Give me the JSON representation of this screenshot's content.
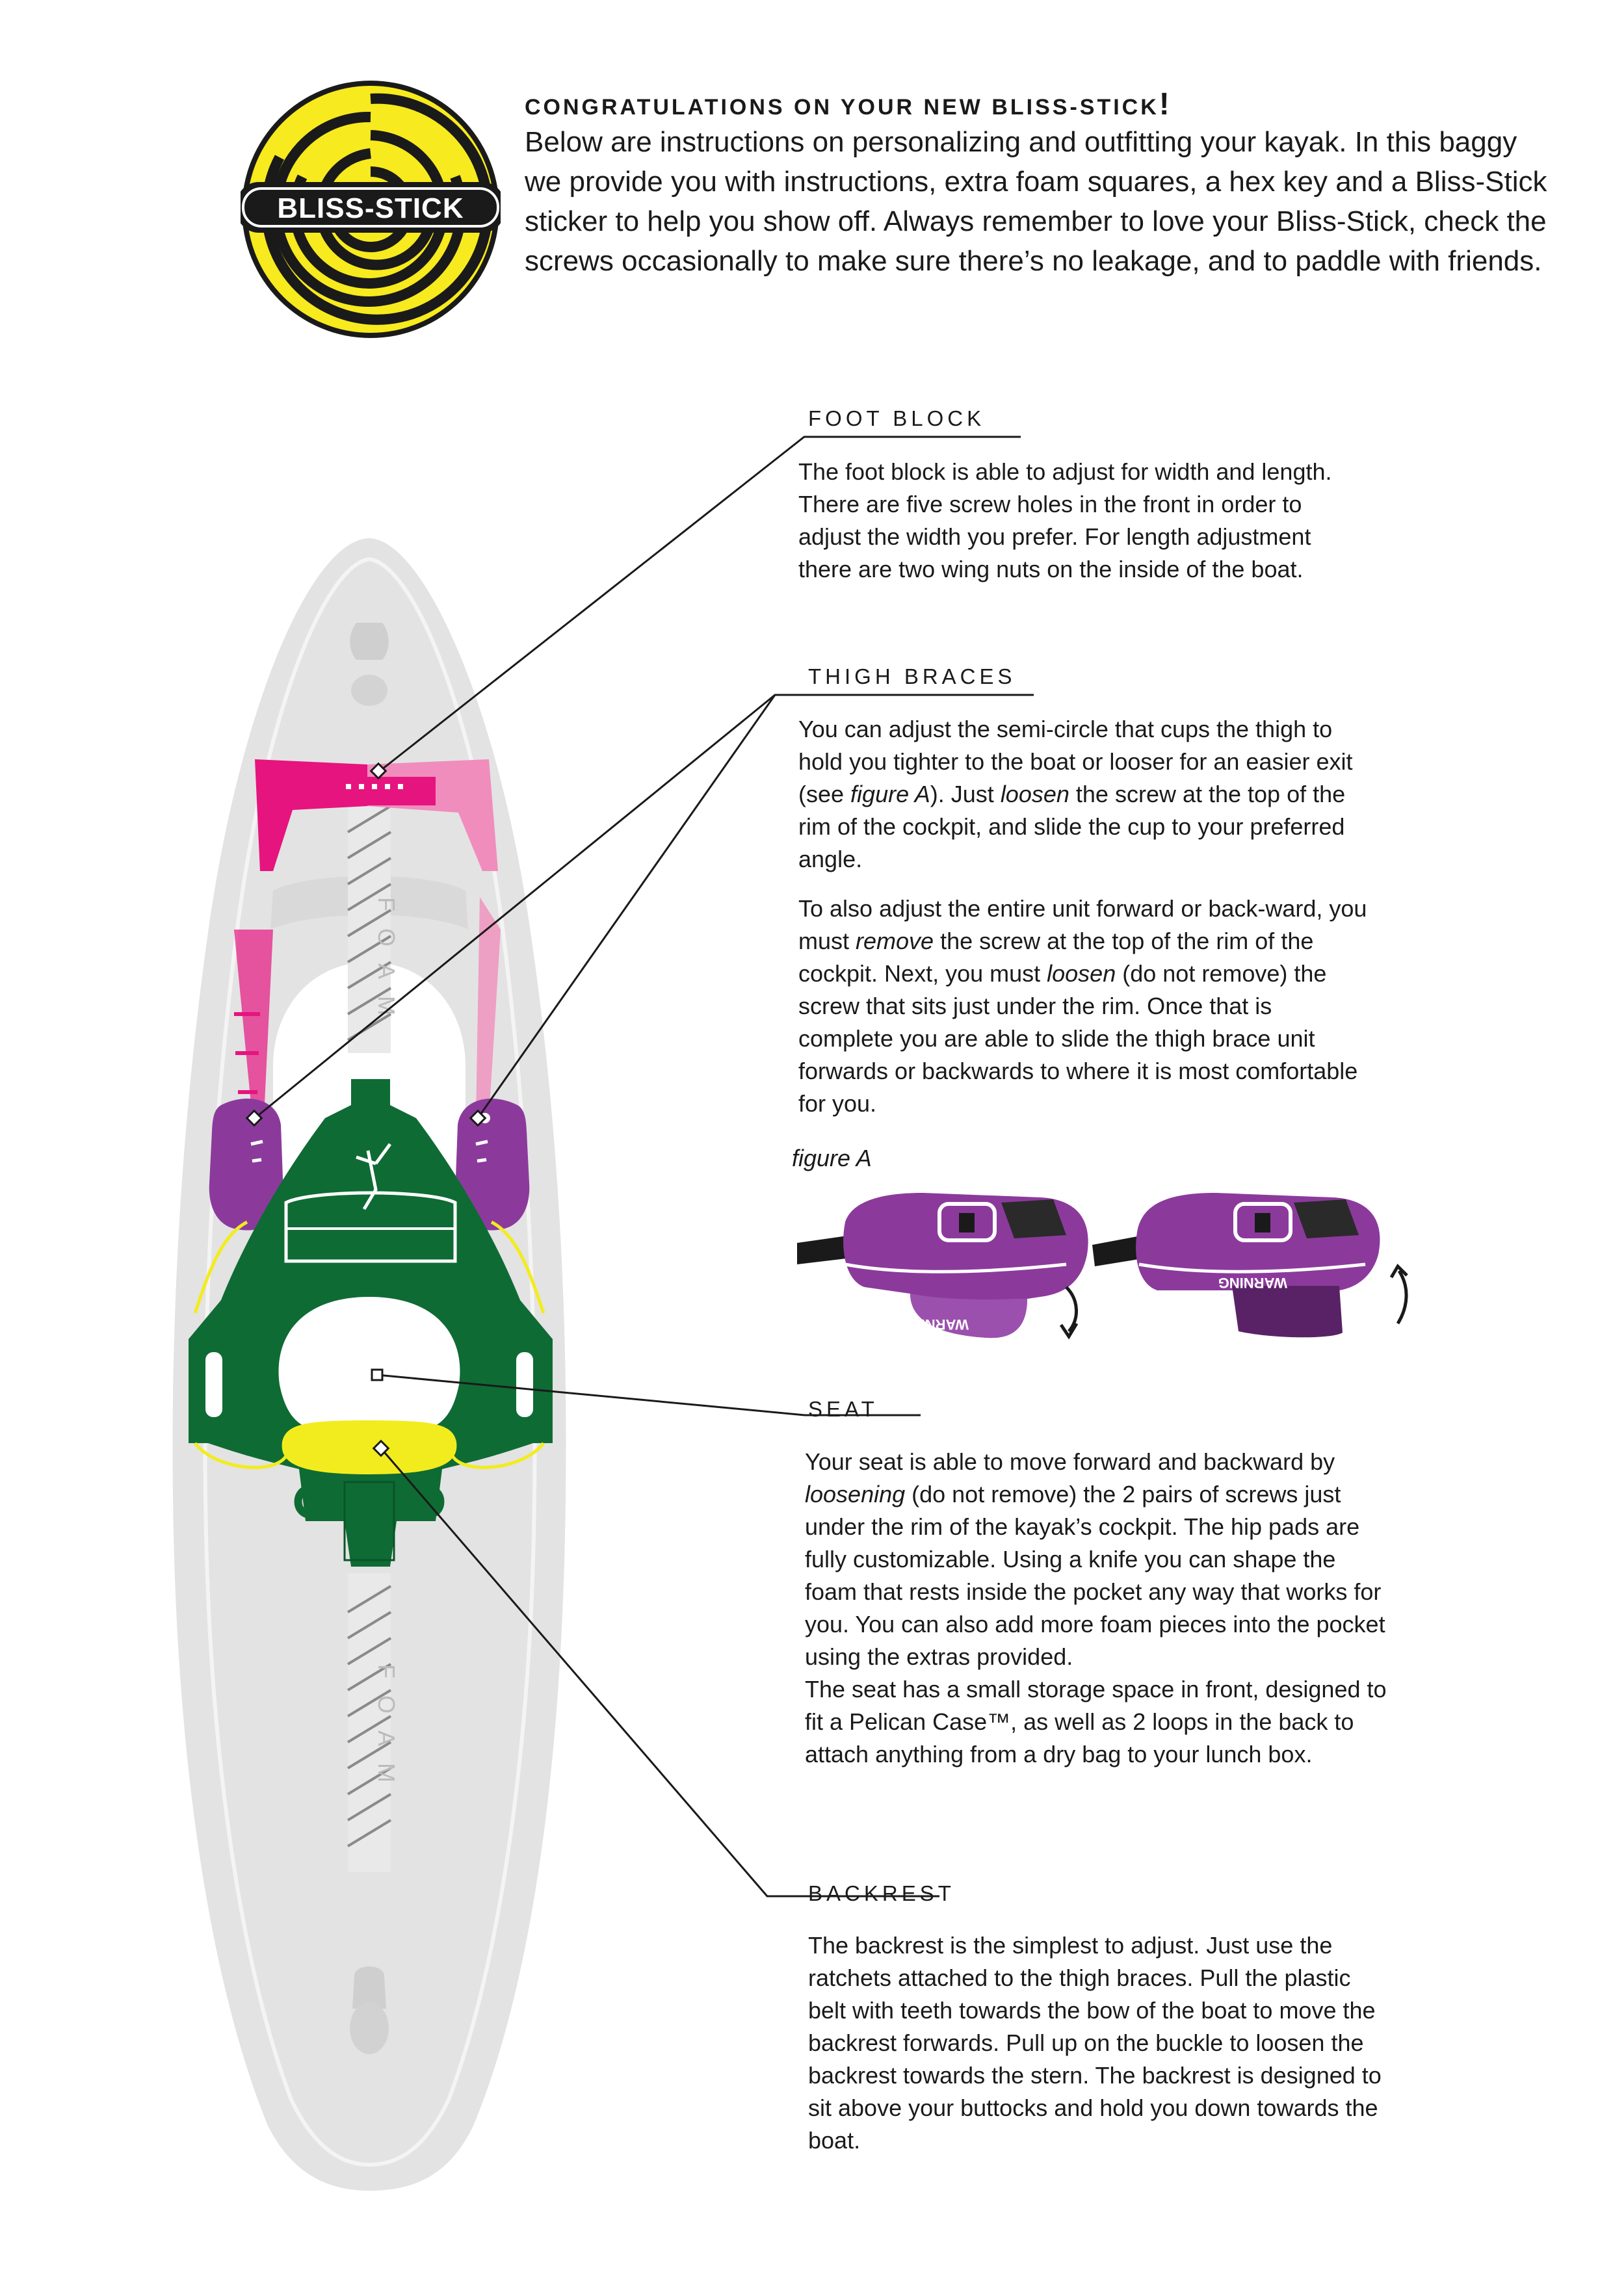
{
  "logo": {
    "text": "BLISS-STICK",
    "colors": {
      "yellow": "#f7ea1e",
      "black": "#1a1a1a",
      "white": "#ffffff"
    }
  },
  "intro": {
    "heading": "CONGRATULATIONS ON YOUR NEW BLISS-STICK",
    "heading_punct": "!",
    "body": "Below are instructions on personalizing and outfitting your kayak. In this baggy we provide you with instructions, extra foam squares, a hex key and a Bliss-Stick sticker to help you show off. Always remember to love your Bliss-Stick, check the screws occasionally to make sure there’s no leakage, and to paddle with friends."
  },
  "sections": {
    "foot_block": {
      "label": "FOOT BLOCK",
      "body": "The foot block is able to adjust for width and length. There are five screw holes in the front in order to adjust the width you prefer. For length adjustment there are two wing nuts on the inside of the boat."
    },
    "thigh_braces": {
      "label": "THIGH BRACES",
      "p1_a": "You can adjust the semi-circle that cups the thigh to hold you tighter to the boat or looser for an easier exit (see ",
      "p1_fig": "figure A",
      "p1_b": "). Just ",
      "p1_loosen": "loosen",
      "p1_c": " the screw at the top of the rim of the cockpit, and slide the cup to your preferred angle.",
      "p2_a": "To also adjust the entire unit forward or back-ward, you must ",
      "p2_remove": "remove",
      "p2_b": " the screw at the top of the rim of the cockpit. Next, you must ",
      "p2_loosen": "loosen",
      "p2_c": " (do not remove) the screw that sits just under the rim. Once that is complete you are able to slide the thigh brace unit forwards or backwards to where it is most comfortable for you."
    },
    "figure_a": {
      "label": "figure A",
      "warning": "WARNING"
    },
    "seat": {
      "label": "SEAT",
      "a": "Your seat is able to move forward and backward by ",
      "loosening": "loosening",
      "b": " (do not remove) the 2 pairs of screws just under the rim of the kayak’s cockpit. The hip pads are fully customizable. Using a knife you can shape the foam that rests inside the pocket any way that works for you. You can also add more foam pieces into the pocket using the extras provided.",
      "c": "The seat has a small storage space in front, designed to fit a Pelican Case™, as well as 2 loops in the back to attach anything from a dry bag to your lunch box."
    },
    "backrest": {
      "label": "BACKREST",
      "body": "The backrest is the simplest to adjust. Just use the ratchets attached to the thigh braces. Pull the plastic belt with teeth towards the bow of the boat to move the backrest forwards. Pull up on the buckle to loosen the backrest towards the stern. The backrest is designed to sit above your buttocks and hold you down towards the boat."
    }
  },
  "kayak": {
    "foam_label": "FOAM"
  },
  "colors": {
    "hull": "#e3e3e3",
    "foot_block": "#e6147f",
    "foot_block_light": "#f08dbc",
    "thigh": "#8b3a9c",
    "seat": "#0e6b34",
    "seat_rim": "#f2ec1e",
    "line": "#1a1a1a"
  }
}
